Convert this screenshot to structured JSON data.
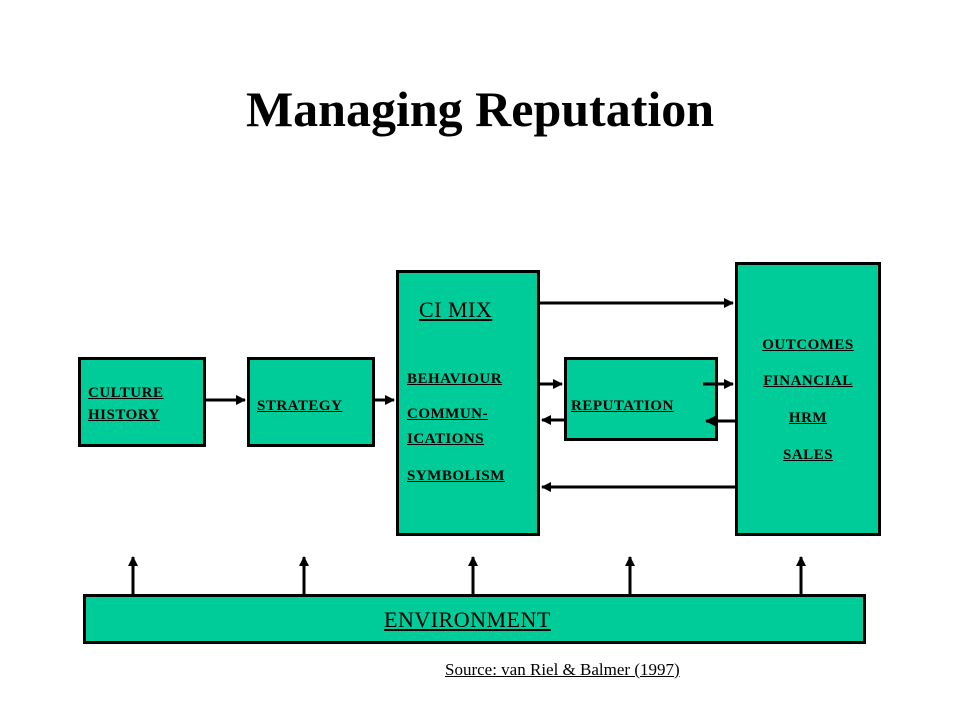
{
  "title": "Managing Reputation",
  "boxes": {
    "culture": {
      "lines": [
        "CULTURE",
        "HISTORY"
      ]
    },
    "strategy": {
      "label": "STRATEGY"
    },
    "ci_mix": {
      "heading": "CI MIX",
      "items": [
        "BEHAVIOUR",
        "COMMUN-",
        "ICATIONS",
        "SYMBOLISM"
      ]
    },
    "reputation": {
      "label": "REPUTATION"
    },
    "outcomes": {
      "items": [
        "OUTCOMES",
        "FINANCIAL",
        "HRM",
        "SALES"
      ]
    },
    "environment": {
      "label": "ENVIRONMENT"
    }
  },
  "source": "Source: van Riel & Balmer (1997)",
  "colors": {
    "box_fill": "#00cc99",
    "stroke": "#000000"
  }
}
